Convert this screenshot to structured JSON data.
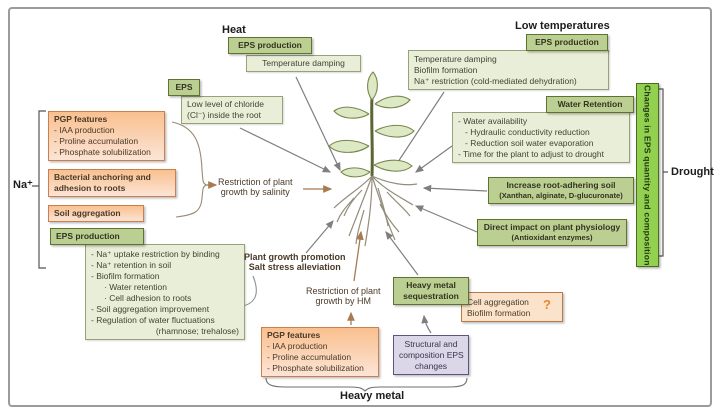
{
  "colors": {
    "green_box": "#bccf92",
    "green_border": "#5f7330",
    "pale_box": "#e9eed8",
    "orange_box_top": "#f9c08f",
    "orange_border": "#c9804e",
    "lavender_box": "#dbd7e8",
    "bar_green": "#92d050",
    "arrow_gray": "#7f7f7f",
    "arrow_brown": "#a87a50",
    "question_orange": "#e8862f"
  },
  "headings": {
    "heat": "Heat",
    "low_temperatures": "Low temperatures",
    "na": "Na⁺",
    "drought": "Drought",
    "heavy_metal": "Heavy metal"
  },
  "heat": {
    "eps_production": "EPS production",
    "effect": "Temperature damping"
  },
  "chloride": {
    "eps": "EPS",
    "lines": [
      "Low level of chloride",
      "(Cl⁻) inside the root"
    ]
  },
  "low_temp": {
    "eps_production": "EPS production",
    "lines": [
      "Temperature damping",
      "Biofilm formation",
      "Na⁺ restriction (cold-mediated dehydration)"
    ]
  },
  "drought": {
    "water_retention_title": "Water Retention",
    "water_lines": [
      "- Water availability",
      "- Hydraulic conductivity reduction",
      "- Reduction soil water evaporation",
      "- Time for the plant to adjust to drought"
    ],
    "root_adhering": [
      "Increase root-adhering soil",
      "(Xanthan, alginate, D-glucuronate)"
    ],
    "direct_impact": [
      "Direct impact on plant physiology",
      "(Antioxidant enzymes)"
    ],
    "changes_bar": "Changes in EPS quantity and composition"
  },
  "salinity": {
    "pgp_title": "PGP features",
    "pgp_items": [
      "- IAA production",
      "- Proline accumulation",
      "- Phosphate solubilization"
    ],
    "bacterial": [
      "Bacterial anchoring and",
      "adhesion to roots"
    ],
    "soil_aggregation": "Soil aggregation",
    "eps_production": "EPS production",
    "effects": [
      "- Na⁺ uptake restriction by binding",
      "- Na⁺ retention in soil",
      "- Biofilm formation",
      "· Water retention",
      "· Cell adhesion to roots",
      "- Soil aggregation improvement",
      "- Regulation of water fluctuations",
      "(rhamnose; trehalose)"
    ],
    "restriction": [
      "Restriction of plant",
      "growth by salinity"
    ]
  },
  "center": {
    "promotion": [
      "Plant growth promotion",
      "Salt stress alleviation"
    ],
    "restriction_hm": [
      "Restriction of plant",
      "growth by HM"
    ]
  },
  "hm": {
    "pgp_title": "PGP features",
    "pgp_items": [
      "- IAA production",
      "- Proline accumulation",
      "- Phosphate solubilization"
    ],
    "sequestration": [
      "Heavy metal",
      "sequestration"
    ],
    "cell": [
      "Cell aggregation",
      "Biofilm formation"
    ],
    "question": "?",
    "structural": [
      "Structural and",
      "composition EPS",
      "changes"
    ]
  }
}
